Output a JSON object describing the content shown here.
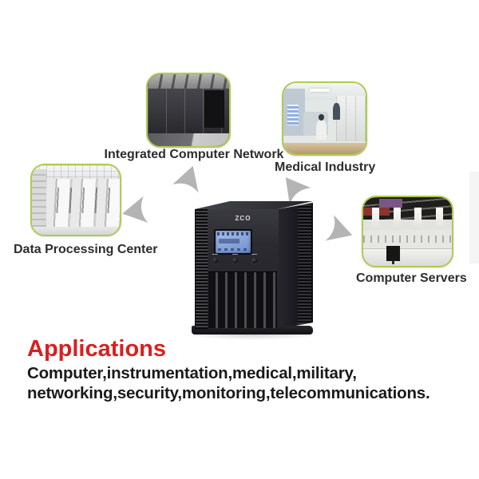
{
  "device": {
    "brand": "ZCO"
  },
  "hotspots": [
    {
      "id": "integrated-computer-network",
      "label": "Integrated Computer Network",
      "photo": "dark-server-room"
    },
    {
      "id": "medical-industry",
      "label": "Medical Industry",
      "photo": "hospital-room"
    },
    {
      "id": "data-processing-center",
      "label": "Data Processing Center",
      "photo": "white-server-racks"
    },
    {
      "id": "computer-servers",
      "label": "Computer Servers",
      "photo": "office-control-room"
    }
  ],
  "applications": {
    "heading": "Applications",
    "lines": [
      "Computer,instrumentation,medical,military,",
      "networking,security,monitoring,telecommunications."
    ]
  },
  "colors": {
    "heading_red": "#da1f1f",
    "label_text": "#2d2d2d",
    "photo_border_green": "#aecb52",
    "arrow_gray": "#b4b4b4",
    "ups_body": "#26262b",
    "lcd_blue": "#7e9cd8"
  }
}
